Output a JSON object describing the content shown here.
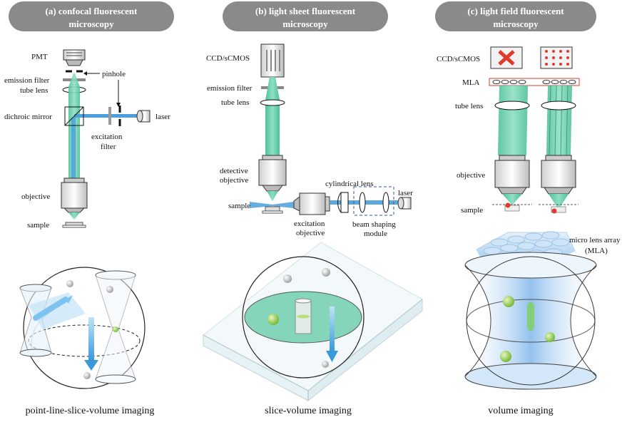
{
  "panels": [
    {
      "id": "a",
      "title_line1": "(a)  confocal fluorescent",
      "title_line2": "microscopy",
      "labels": {
        "pmt": "PMT",
        "pinhole": "pinhole",
        "emission_filter": "emission filter",
        "tube_lens": "tube lens",
        "dichroic_mirror": "dichroic mirror",
        "laser": "laser",
        "excitation_filter_1": "excitation",
        "excitation_filter_2": "filter",
        "objective": "objective",
        "sample": "sample"
      },
      "caption": "point-line-slice-volume imaging"
    },
    {
      "id": "b",
      "title_line1": "(b)  light sheet fluorescent",
      "title_line2": "microscopy",
      "labels": {
        "camera": "CCD/sCMOS",
        "emission_filter": "emission filter",
        "tube_lens": "tube lens",
        "detective_objective_1": "detective",
        "detective_objective_2": "objective",
        "sample": "sample",
        "excitation_objective_1": "excitation",
        "excitation_objective_2": "objective",
        "cylindrical_lens": "cylindrical lens",
        "laser": "laser",
        "beam_shaping_1": "beam shaping",
        "beam_shaping_2": "module"
      },
      "caption": "slice-volume imaging"
    },
    {
      "id": "c",
      "title_line1": "(c)  light field fluorescent",
      "title_line2": "microscopy",
      "labels": {
        "camera": "CCD/sCMOS",
        "mla": "MLA",
        "tube_lens": "tube lens",
        "objective": "objective",
        "sample": "sample",
        "mla_full_1": "micro lens array",
        "mla_full_2": "(MLA)"
      },
      "caption": "volume imaging"
    }
  ],
  "colors": {
    "pill": "#8a8a8a",
    "beam_green": "#5fc9a3",
    "beam_blue": "#4a9fdc",
    "red_marker": "#e03a2a",
    "bead_green": "#8fce3a",
    "volume_blue": "#9cc8ee"
  }
}
